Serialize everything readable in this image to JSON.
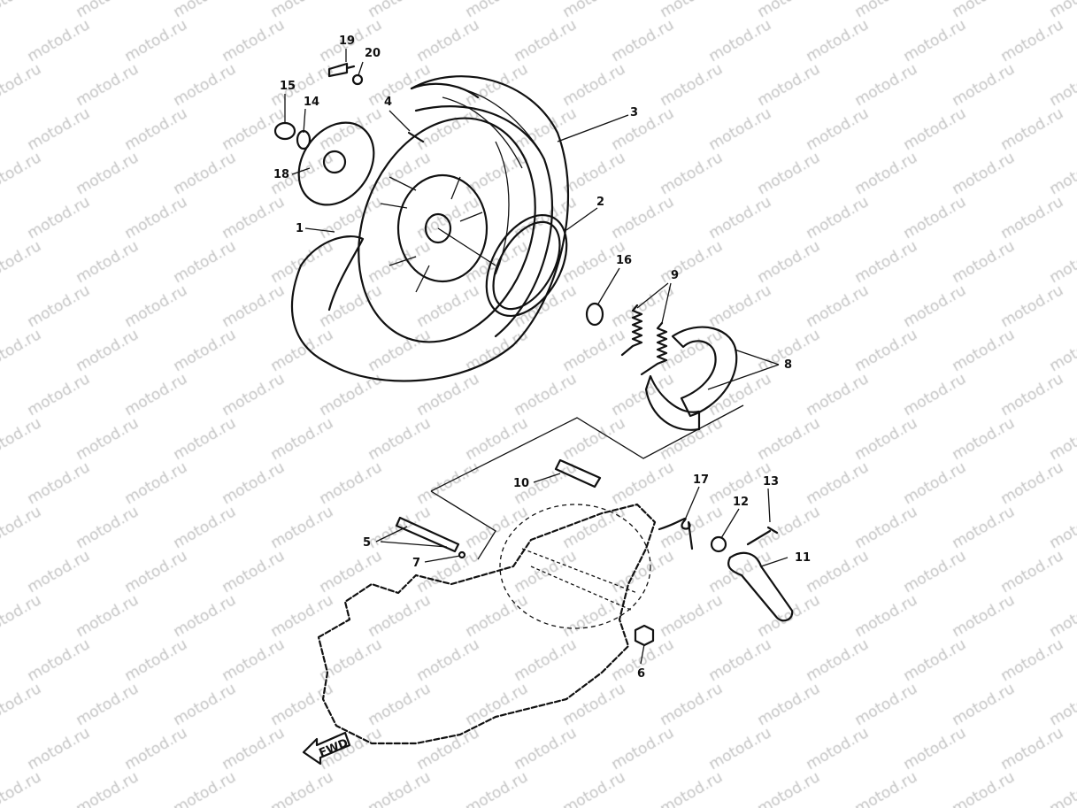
{
  "watermark": "motod.ru",
  "diagram": {
    "part_labels": [
      {
        "id": "19",
        "text": "19"
      },
      {
        "id": "20",
        "text": "20"
      },
      {
        "id": "15",
        "text": "15"
      },
      {
        "id": "14",
        "text": "14"
      },
      {
        "id": "4",
        "text": "4"
      },
      {
        "id": "3",
        "text": "3"
      },
      {
        "id": "18",
        "text": "18"
      },
      {
        "id": "1",
        "text": "1"
      },
      {
        "id": "2",
        "text": "2"
      },
      {
        "id": "16",
        "text": "16"
      },
      {
        "id": "9",
        "text": "9"
      },
      {
        "id": "8",
        "text": "8"
      },
      {
        "id": "10",
        "text": "10"
      },
      {
        "id": "17",
        "text": "17"
      },
      {
        "id": "13",
        "text": "13"
      },
      {
        "id": "12",
        "text": "12"
      },
      {
        "id": "5",
        "text": "5"
      },
      {
        "id": "7",
        "text": "7"
      },
      {
        "id": "11",
        "text": "11"
      },
      {
        "id": "6",
        "text": "6"
      }
    ],
    "direction_marker": "FWD",
    "line_color": "#111111"
  }
}
